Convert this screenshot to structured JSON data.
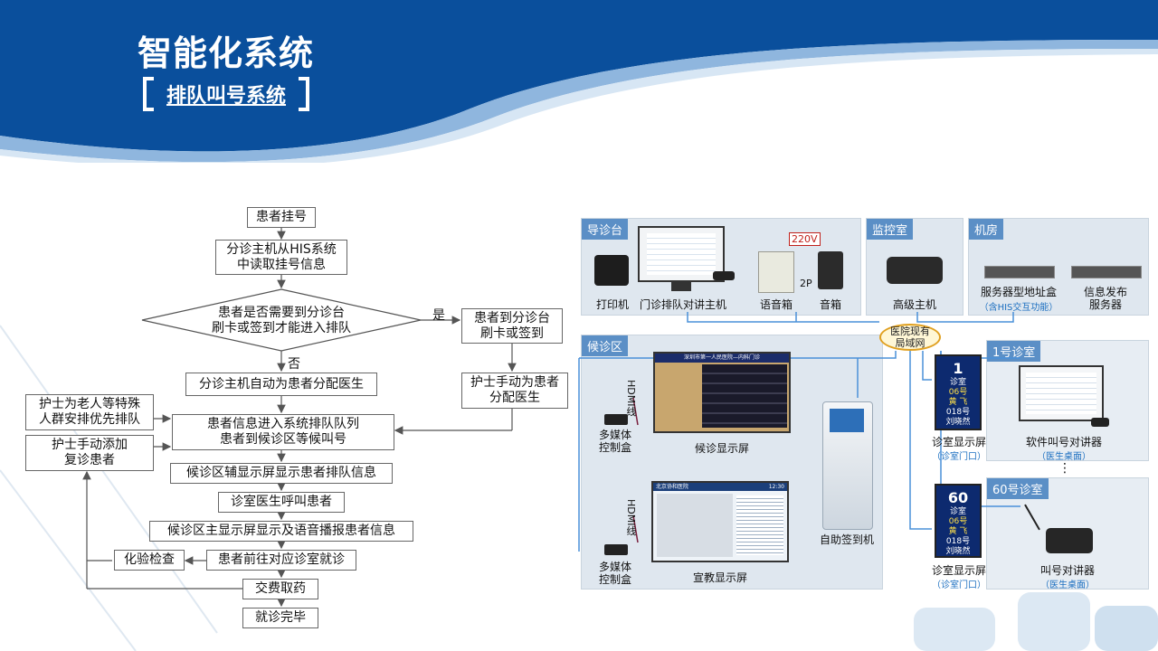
{
  "header": {
    "title": "智能化系统",
    "subtitle": "排队叫号系统"
  },
  "flowchart": {
    "nodes": {
      "register": "患者挂号",
      "read_his": "分诊主机从HIS系统\n中读取挂号信息",
      "decision": "患者是否需要到分诊台\n刷卡或签到才能进入排队",
      "yes_label": "是",
      "no_label": "否",
      "go_triage": "患者到分诊台\n刷卡或签到",
      "nurse_assign": "护士手动为患者\n分配医生",
      "auto_assign": "分诊主机自动为患者分配医生",
      "elderly": "护士为老人等特殊\n人群安排优先排队",
      "nurse_add": "护士手动添加\n复诊患者",
      "enter_queue": "患者信息进入系统排队队列\n患者到候诊区等候叫号",
      "aux_display": "候诊区辅显示屏显示患者排队信息",
      "doctor_call": "诊室医生呼叫患者",
      "main_display": "候诊区主显示屏显示及语音播报患者信息",
      "lab": "化验检查",
      "go_room": "患者前往对应诊室就诊",
      "pay": "交费取药",
      "done": "就诊完毕"
    }
  },
  "diagram": {
    "panels": {
      "guide": "导诊台",
      "monitor": "监控室",
      "machine_room": "机房",
      "waiting": "候诊区",
      "room1": "1号诊室",
      "room60": "60号诊室"
    },
    "devices": {
      "printer": "打印机",
      "triage_host": "门诊排队对讲主机",
      "voice_box": "语音箱",
      "speaker": "音箱",
      "voltage": "220V",
      "twop": "2P",
      "master_host": "高级主机",
      "server_box": "服务器型地址盒",
      "server_box_sub": "（含HIS交互功能）",
      "info_server": "信息发布\n服务器",
      "lan": "医院现有\n局域网",
      "hdmi": "HDMI线",
      "mm_box_1": "多媒体\n控制盒",
      "mm_box_2": "多媒体\n控制盒",
      "waiting_screen": "候诊显示屏",
      "edu_screen": "宣教显示屏",
      "kiosk": "自助签到机",
      "room_screen_1": "诊室显示屏",
      "room_screen_1_sub": "（诊室门口）",
      "room_screen_2": "诊室显示屏",
      "room_screen_2_sub": "（诊室门口）",
      "soft_intercom": "软件叫号对讲器",
      "soft_intercom_sub": "（医生桌面）",
      "call_intercom": "叫号对讲器",
      "call_intercom_sub": "（医生桌面）",
      "ellipsis": "⋮"
    },
    "door_screen_1": {
      "room_num": "1",
      "room_word": "诊室",
      "queue": "06号",
      "name": "黄 飞",
      "next": "018号",
      "next_name": "刘晓然"
    },
    "door_screen_2": {
      "room_num": "60",
      "room_word": "诊室",
      "queue": "06号",
      "name": "黄 飞",
      "next": "018号",
      "next_name": "刘晓然"
    },
    "waiting_screen_header": "深圳市第一人民医院—内科门诊",
    "edu_screen_header": "北京协和医院",
    "edu_screen_time": "12:30"
  }
}
